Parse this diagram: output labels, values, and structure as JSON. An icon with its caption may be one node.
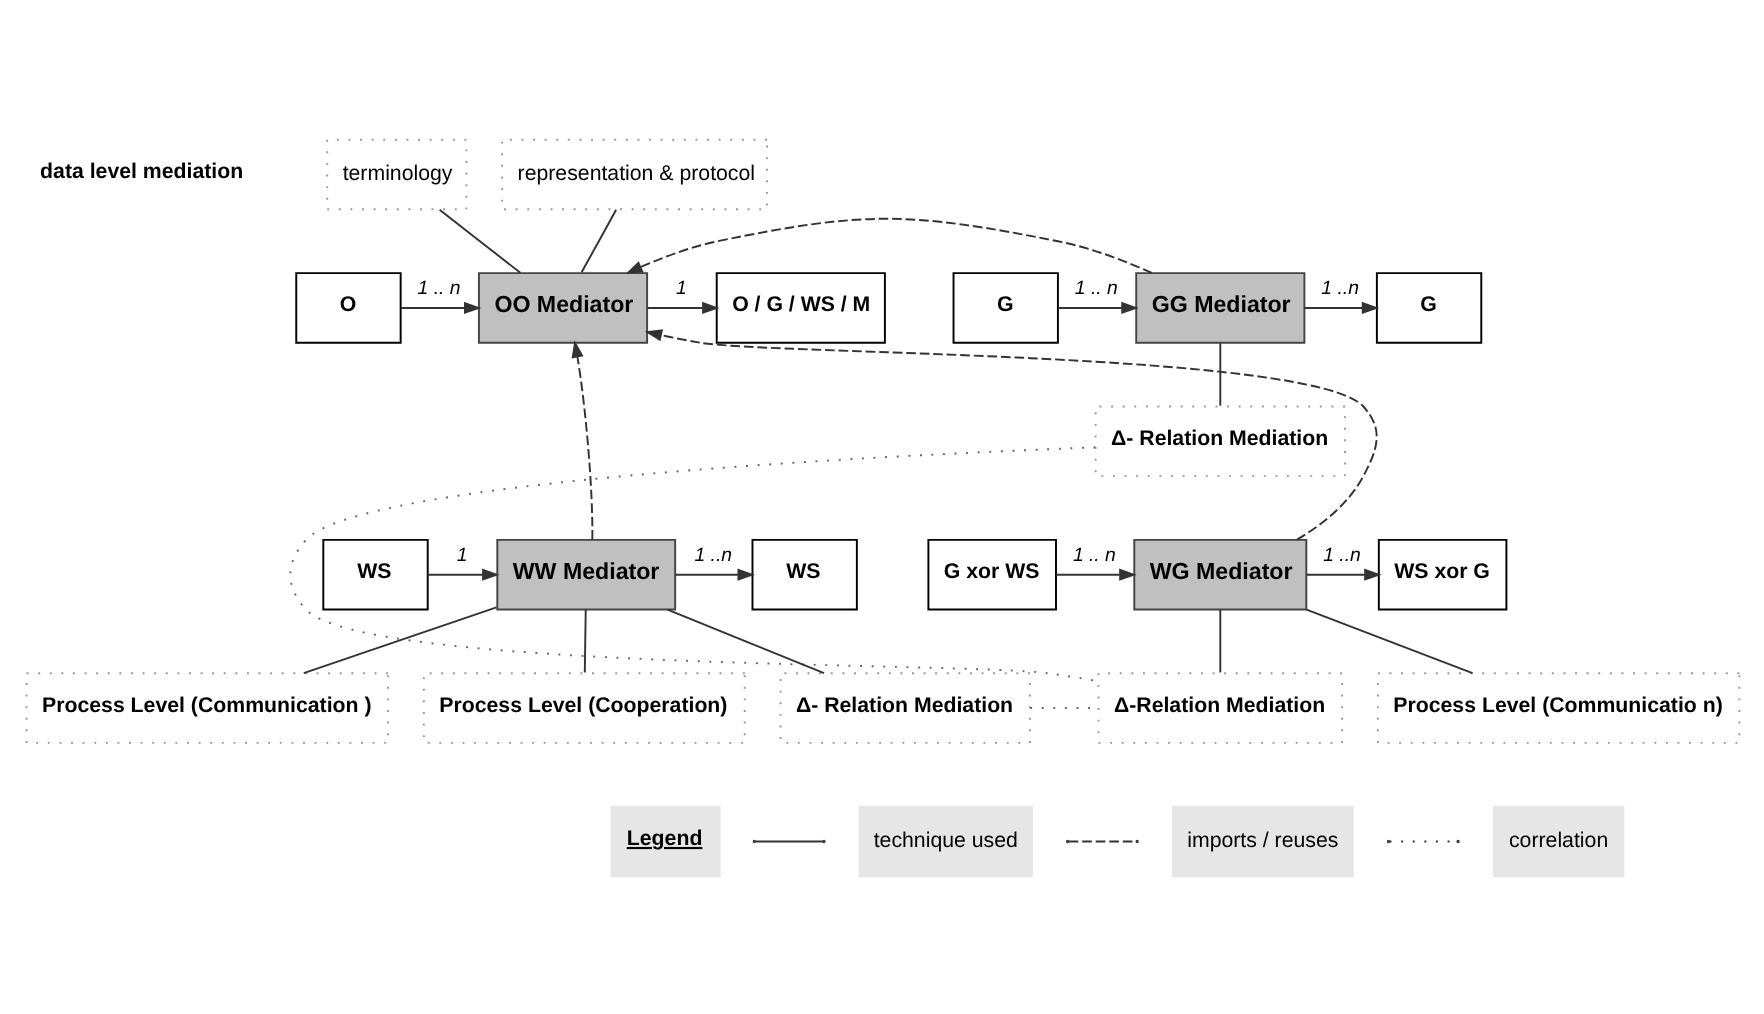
{
  "diagram": {
    "nodes": [
      {
        "text": [
          "O"
        ]
      },
      {
        "text": [
          "OO Mediator"
        ]
      },
      {
        "text": [
          "O / G / WS / M"
        ]
      },
      {
        "text": [
          "terminology"
        ]
      },
      {
        "text": [
          "representation & protocol"
        ]
      },
      {
        "text": [
          "G"
        ]
      },
      {
        "text": [
          "GG Mediator"
        ]
      },
      {
        "text": [
          "G"
        ]
      },
      {
        "text": [
          "Δ- Relation Mediation"
        ]
      },
      {
        "text": [
          "WS"
        ]
      },
      {
        "text": [
          "WW Mediator"
        ]
      },
      {
        "text": [
          "WS"
        ]
      },
      {
        "text": [
          "Δ- Relation Mediation"
        ]
      },
      {
        "text": [
          "Process Level (Communication )"
        ]
      },
      {
        "text": [
          "Process Level (Cooperation)"
        ]
      },
      {
        "text": [
          "G xor WS"
        ]
      },
      {
        "text": [
          "WG Mediator"
        ]
      },
      {
        "text": [
          "WS xor G"
        ]
      },
      {
        "text": [
          "Δ-Relation Mediation"
        ]
      },
      {
        "text": [
          "Process Level (Communicatio n)"
        ]
      }
    ],
    "edges": [
      {
        "from": 0,
        "to": 1,
        "arrow": "to",
        "label": "1 .. n"
      },
      {
        "from": 1,
        "to": 2,
        "arrow": "to",
        "label": "1"
      },
      {
        "from": 3,
        "to": 1,
        "arrow": "none"
      },
      {
        "from": 4,
        "to": 1,
        "arrow": "none"
      },
      {
        "from": 5,
        "to": 6,
        "arrow": "to",
        "label": "1 .. n"
      },
      {
        "from": 6,
        "to": 7,
        "arrow": "to",
        "label": "1 ..n"
      },
      {
        "from": 6,
        "to": 8,
        "arrow": "none"
      },
      {
        "from": 9,
        "to": 10,
        "arrow": "to",
        "label": "1"
      },
      {
        "from": 10,
        "to": 11,
        "arrow": "to",
        "label": "1 ..n"
      },
      {
        "from": 10,
        "to": 12,
        "arrow": "none"
      },
      {
        "from": 10,
        "to": 13,
        "arrow": "none"
      },
      {
        "from": 10,
        "to": 14,
        "arrow": "none"
      },
      {
        "from": 15,
        "to": 16,
        "arrow": "to",
        "label": "1 .. n"
      },
      {
        "from": 16,
        "to": 17,
        "arrow": "to",
        "label": "1 ..n"
      },
      {
        "from": 16,
        "to": 18,
        "arrow": "none"
      },
      {
        "from": 16,
        "to": 19,
        "arrow": "none"
      },
      {
        "from": 6,
        "to": 1,
        "arrow": "to",
        "style": "dashed"
      },
      {
        "from": 10,
        "to": 1,
        "arrow": "to",
        "style": "dashed"
      },
      {
        "from": 16,
        "to": 1,
        "arrow": "to",
        "style": "dashed"
      },
      {
        "from": 12,
        "to": 18,
        "arrow": "none",
        "style": "dashed",
        "color": "#666666"
      },
      {
        "from": 8,
        "to": 18,
        "arrow": "none",
        "style": "dashed",
        "color": "#666666"
      }
    ],
    "labels": [
      "data level mediation",
      "Legend"
    ],
    "legend": [
      {
        "text": "technique used"
      },
      {
        "text": "imports / reuses"
      },
      {
        "text": "correlation"
      }
    ]
  }
}
